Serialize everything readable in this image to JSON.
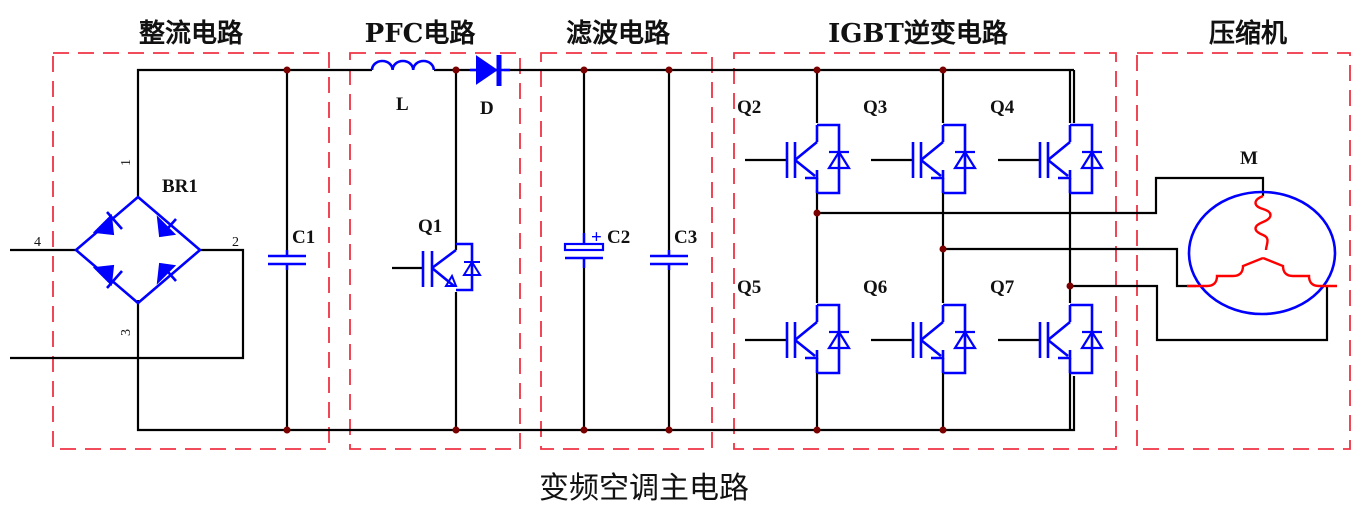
{
  "diagram": {
    "caption": "变频空调主电路",
    "sections": [
      {
        "id": "rectifier",
        "title": "整流电路"
      },
      {
        "id": "pfc",
        "title": "PFC电路"
      },
      {
        "id": "filter",
        "title": "滤波电路"
      },
      {
        "id": "inverter",
        "title": "IGBT逆变电路"
      },
      {
        "id": "compressor",
        "title": "压缩机"
      }
    ],
    "components": {
      "bridge": {
        "label": "BR1",
        "pins": [
          "1",
          "2",
          "3",
          "4"
        ]
      },
      "c1": {
        "label": "C1"
      },
      "inductor": {
        "label": "L"
      },
      "diode": {
        "label": "D"
      },
      "q1": {
        "label": "Q1"
      },
      "c2": {
        "label": "C2",
        "polarity": "+"
      },
      "c3": {
        "label": "C3"
      },
      "igbts": [
        "Q2",
        "Q3",
        "Q4",
        "Q5",
        "Q6",
        "Q7"
      ],
      "motor": {
        "label": "M"
      }
    },
    "colors": {
      "wire": "#000000",
      "component": "#0000ff",
      "winding": "#ff0000",
      "section_box": "#ee3344",
      "junction": "#7a0000"
    }
  }
}
